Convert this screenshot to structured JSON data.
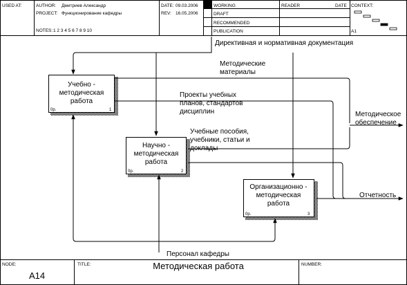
{
  "header": {
    "used_at_label": "USED AT:",
    "author_label": "AUTHOR:",
    "author": "Дмитриев Александр",
    "project_label": "PROJECT:",
    "project": "Функционирование кафедры",
    "notes_label": "NOTES:",
    "notes": "1 2 3 4 5 6 7 8 9 10",
    "date_label": "DATE:",
    "date": "09.03.2006",
    "rev_label": "REV:",
    "rev": "16.05.2006",
    "statuses": [
      "WORKING",
      "DRAFT",
      "RECOMMENDED",
      "PUBLICATION"
    ],
    "reader_label": "READER",
    "reader_date_label": "DATE",
    "context_label": "CONTEXT:",
    "context_node": "A1"
  },
  "boxes": [
    {
      "title": "Учебно - методическая работа",
      "cost": "0р.",
      "number": "1"
    },
    {
      "title": "Научно - методическая работа",
      "cost": "0р.",
      "number": "2"
    },
    {
      "title": "Организационно - методическая работа",
      "cost": "0р.",
      "number": "3"
    }
  ],
  "arrows": {
    "control_docs": "Директивная и нормативная документация",
    "method_materials": "Методические материалы",
    "projects": "Проекты учебных планов, стандартов дисциплин",
    "method_support": "Методическое обеспечение",
    "textbooks": "Учебные пособия, учебники, статьи и доклады",
    "reporting": "Отчетность",
    "personnel": "Персонал кафедры"
  },
  "footer": {
    "node_label": "NODE:",
    "node": "A14",
    "title_label": "TITLE:",
    "title": "Методическая работа",
    "number_label": "NUMBER:"
  }
}
